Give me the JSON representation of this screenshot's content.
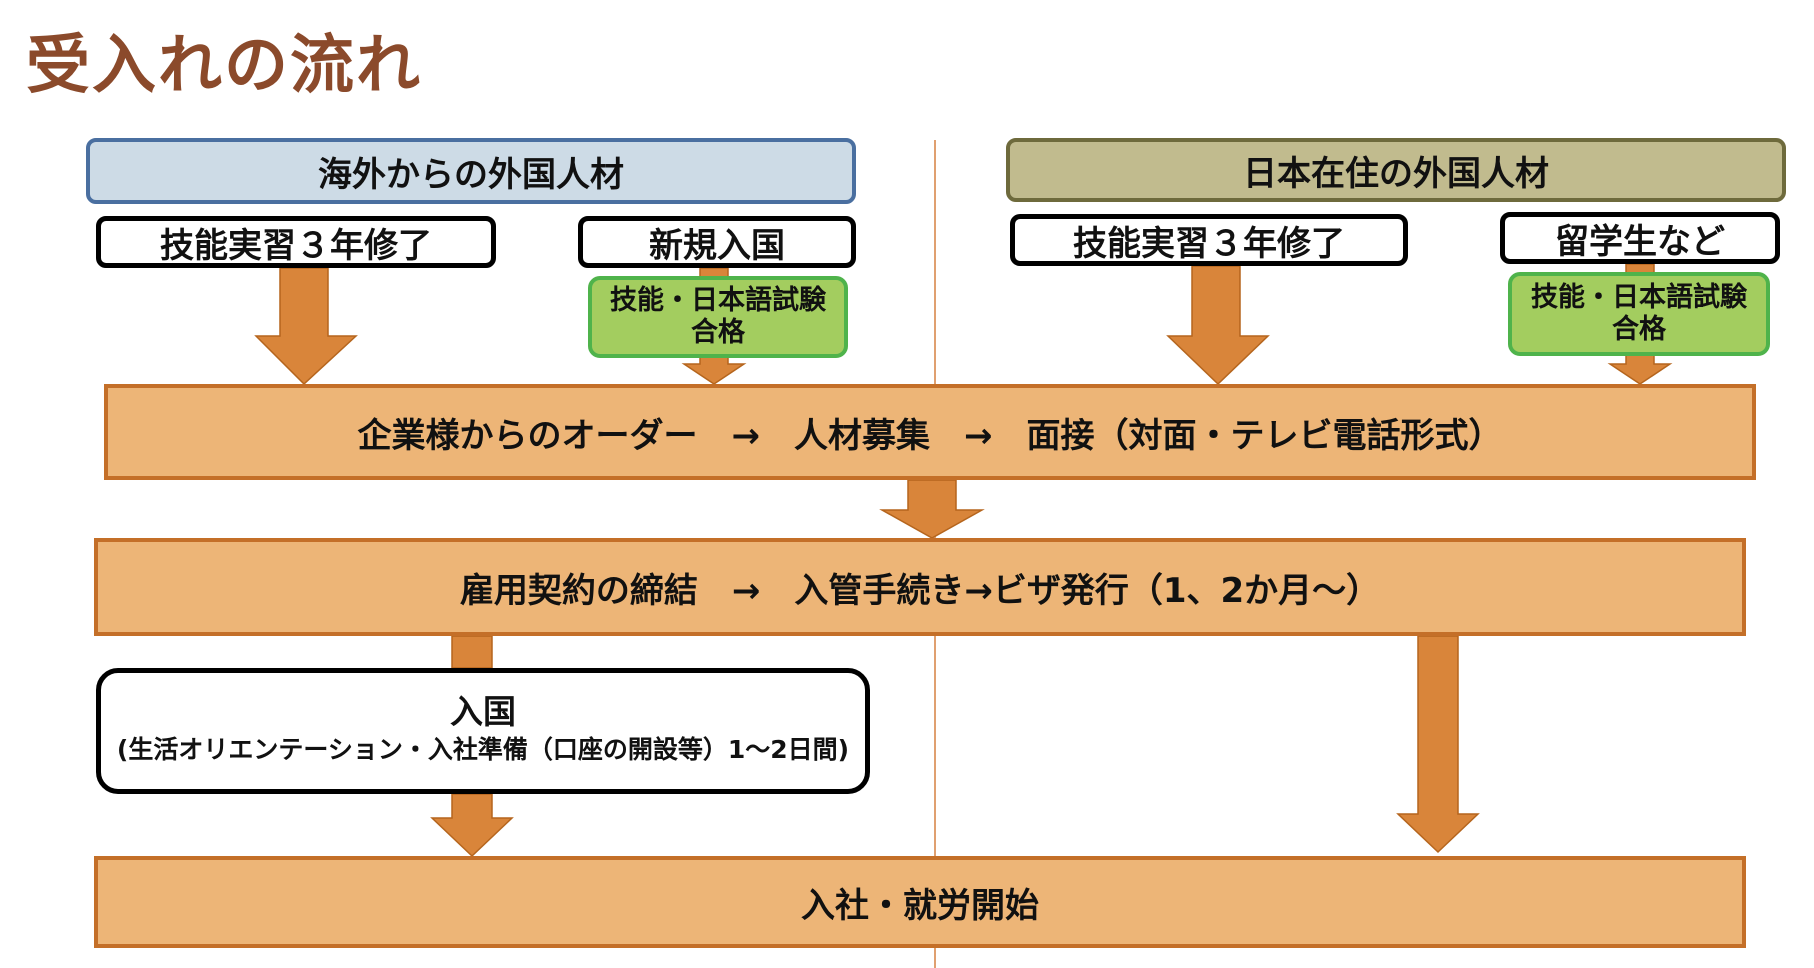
{
  "title": "受入れの流れ",
  "left_column": {
    "header": "海外からの外国人材",
    "box_training": "技能実習３年修了",
    "box_new_entry": "新規入国",
    "exam_line1": "技能・日本語試験",
    "exam_line2": "合格"
  },
  "right_column": {
    "header": "日本在住の外国人材",
    "box_training": "技能実習３年修了",
    "box_students": "留学生など",
    "exam_line1": "技能・日本語試験",
    "exam_line2": "合格"
  },
  "step_order": "企業様からのオーダー　→　人材募集　→　面接（対面・テレビ電話形式）",
  "step_contract": "雇用契約の締結　→　入管手続き→ビザ発行（1、2か月～）",
  "step_entry": {
    "title": "入国",
    "detail": "(生活オリエンテーション・入社準備（口座の開設等）1～2日間)"
  },
  "step_start": "入社・就労開始",
  "colors": {
    "title": "#8b4a2b",
    "arrow": "#d9853a",
    "bar_fill": "#edb577",
    "bar_border": "#c46f28",
    "header_left": "#cddbe6",
    "header_right": "#c1bb8e",
    "exam_fill": "#a3cd5f"
  }
}
